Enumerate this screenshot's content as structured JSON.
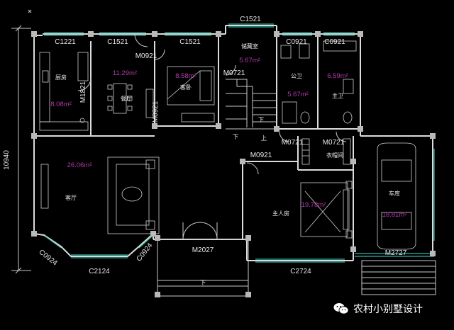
{
  "labels": {
    "overall_height": "10940",
    "top_c1521": "C1521",
    "w_c1221": "C1221",
    "w_c1521_a": "C1521",
    "w_c1521_b": "C1521",
    "w_c0921_a": "C0921",
    "w_c0921_b": "C0921",
    "m0921_top": "M0921",
    "m0921_kitchen": "M0921",
    "m0721_store": "M0721",
    "m1821": "M1821",
    "m0721_a": "M0721",
    "m0721_b": "M0721",
    "m0921_master": "M0921",
    "m2027": "M2027",
    "m2727": "M2727",
    "c0924_left": "C0924",
    "c0924_right": "C0924",
    "c2124": "C2124",
    "c2724": "C2724",
    "down_stair": "下",
    "up_stair": "上",
    "down_stair2": "下",
    "down_entry": "下"
  },
  "rooms": {
    "kitchen": {
      "name": "厨房",
      "area": "8.08m²"
    },
    "dining": {
      "name": "餐厅",
      "area": "11.29m²"
    },
    "guest": {
      "name": "客卧",
      "area": "8.58m²"
    },
    "storage": {
      "name": "储藏室",
      "area": "5.67m²"
    },
    "public_bath": {
      "name": "公卫",
      "area": "5.67m²"
    },
    "master_bath": {
      "name": "主卫",
      "area": "6.59m²"
    },
    "living": {
      "name": "客厅",
      "area": "26.06m²"
    },
    "closet": {
      "name": "衣帽间",
      "area": ""
    },
    "master_bed": {
      "name": "主人房",
      "area": "19.78m²"
    },
    "garage": {
      "name": "车库",
      "area": "18.81m²"
    }
  },
  "watermark": {
    "text": "农村小别墅设计",
    "icon": "wechat-icon"
  }
}
